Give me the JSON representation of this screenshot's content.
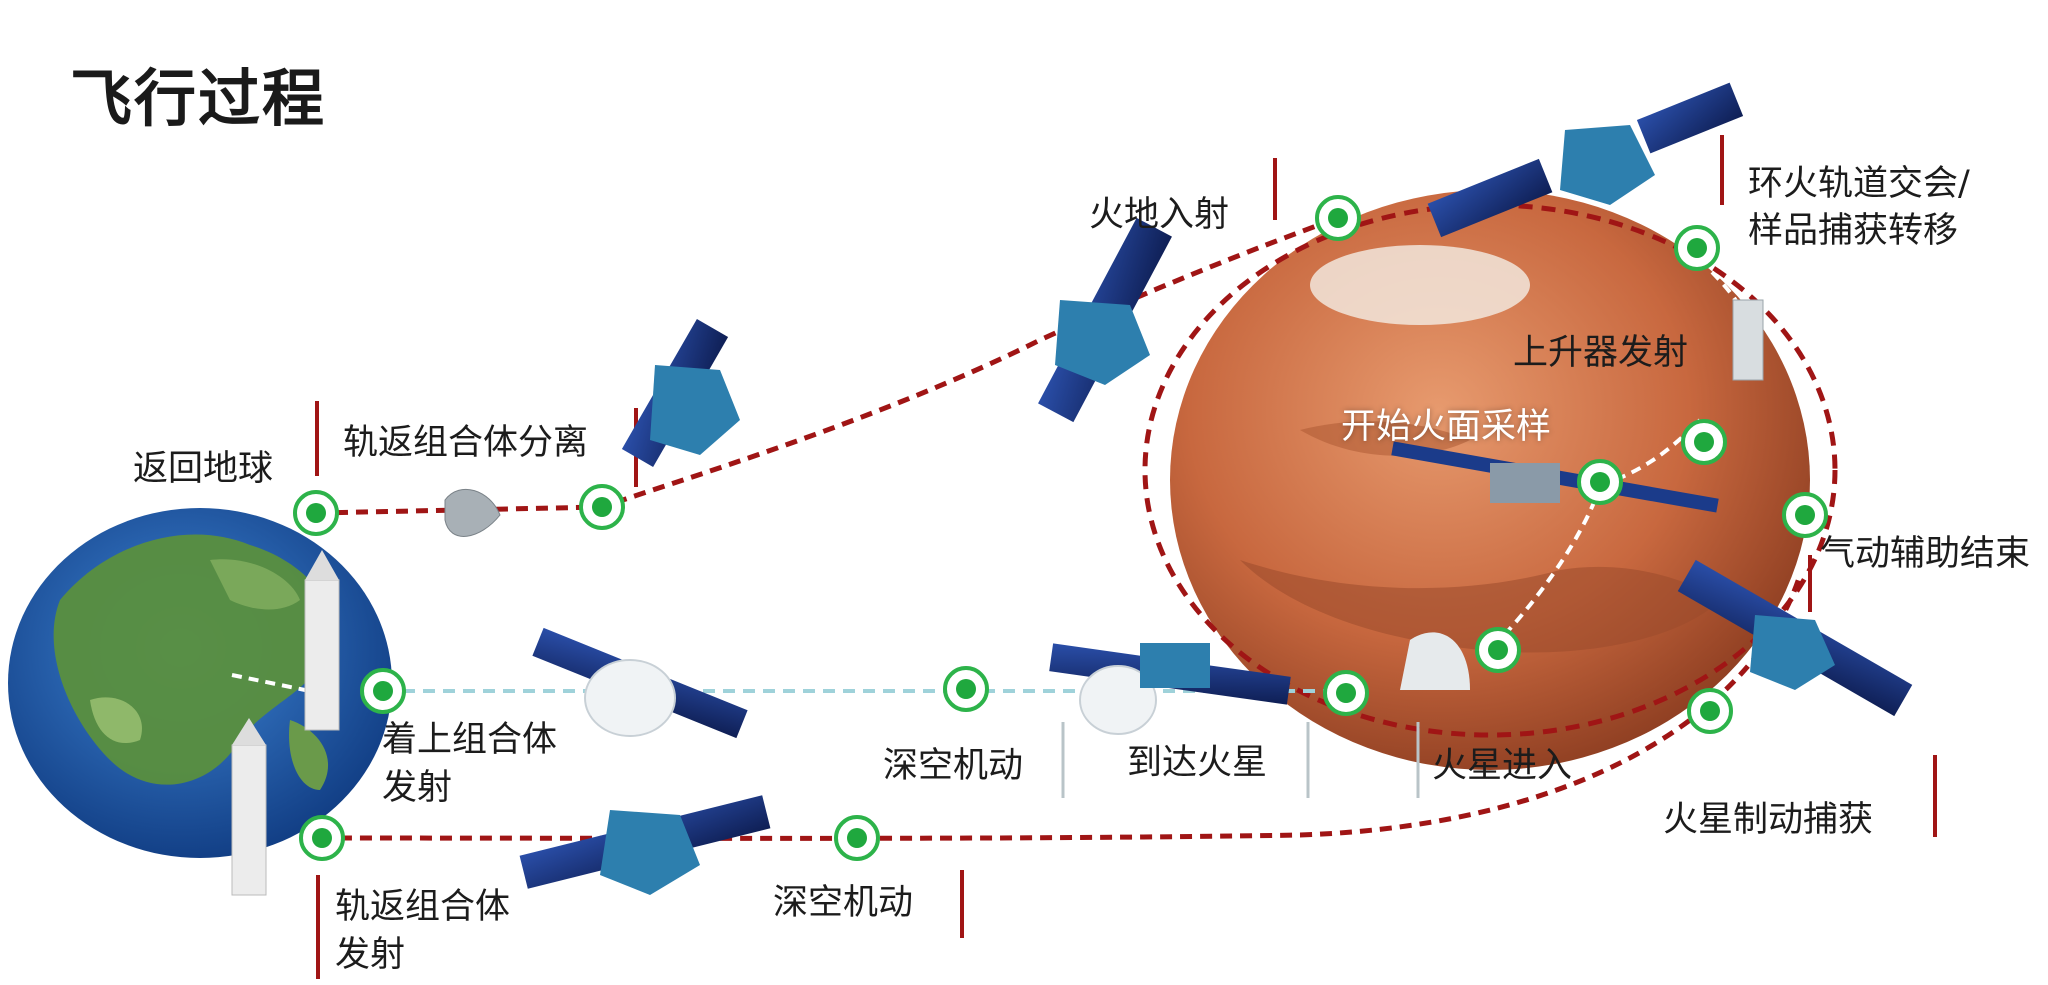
{
  "title": "飞行过程",
  "labels": {
    "return_earth": "返回地球",
    "orbiter_return_separation": "轨返组合体分离",
    "mars_earth_injection": "火地入射",
    "mars_orbit_rendezvous_line1": "环火轨道交会/",
    "mars_orbit_rendezvous_line2": "样品捕获转移",
    "ascender_launch": "上升器发射",
    "start_sampling": "开始火面采样",
    "aerobraking_end": "气动辅助结束",
    "lander_launch_line1": "着上组合体",
    "lander_launch_line2": "发射",
    "deep_space_maneuver_1": "深空机动",
    "arrive_mars": "到达火星",
    "mars_entry": "火星进入",
    "mars_capture": "火星制动捕获",
    "orbiter_launch_line1": "轨返组合体",
    "orbiter_launch_line2": "发射",
    "deep_space_maneuver_2": "深空机动"
  },
  "colors": {
    "trajectory": "#a01515",
    "transfer": "#9fd2da",
    "node_ring": "#2db34a",
    "node_fill": "#1fa83e",
    "mars": "#d27a52",
    "earth_ocean": "#1e5fb0",
    "earth_land": "#4f8a3a",
    "panel": "#1b2f6b",
    "body": "#2d7fae"
  }
}
